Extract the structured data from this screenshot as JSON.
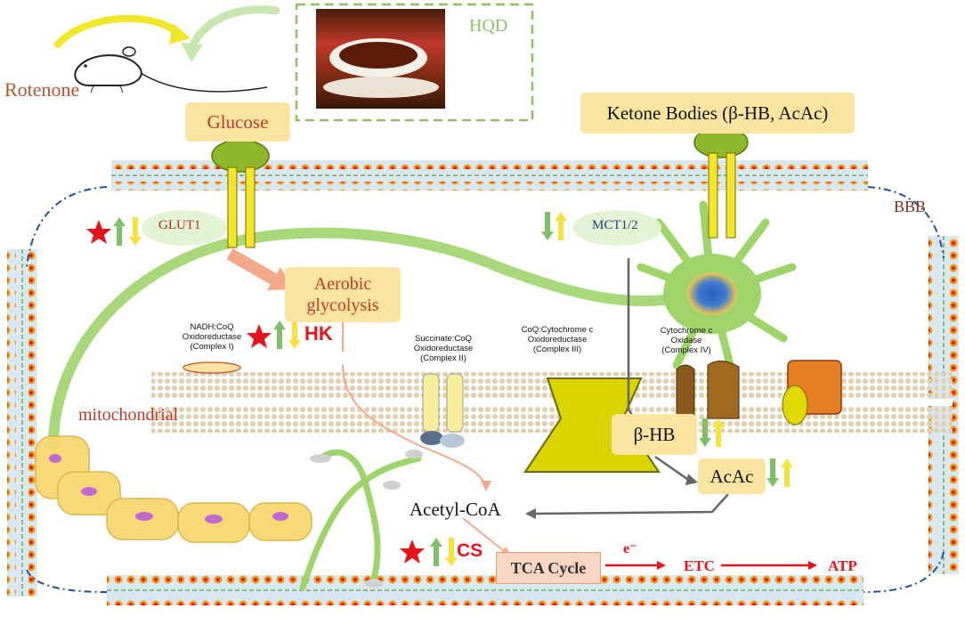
{
  "labels": {
    "rotenone": "Rotenone",
    "hqd": "HQD",
    "glucose": "Glucose",
    "ketone_bodies": "Ketone Bodies (β-HB, AcAc)",
    "bbb": "BBB",
    "glut1": "GLUT1",
    "mct": "MCT1/2",
    "aerobic_glycolysis": "Aerobic glycolysis",
    "hk": "HK",
    "cs": "CS",
    "mitochondrial": "mitochondrial",
    "beta_hb": "β-HB",
    "acac": "AcAc",
    "acetyl_coa": "Acetyl-CoA",
    "tca_cycle": "TCA Cycle",
    "electron": "e⁻",
    "etc": "ETC",
    "atp": "ATP"
  },
  "complexes": {
    "complex1": "NADH:CoQ\nOxidoreductase\n(Complex I)",
    "complex2": "Succinate:CoQ\nOxidoreductase\n(Complex II)",
    "complex3": "CoQ:Cytochrome c\nOxidoreductase\n(Complex III)",
    "complex4": "Cytochrome c\nOxidase\n(Complex IV)"
  },
  "colors": {
    "label_box_fill": "#fbe3a0",
    "pale_green_ellipse": "#e2f2d4",
    "neuron_green": "#9fd46a",
    "rotenone_text": "#b5552b",
    "up_arrow_green": "#7fbf6a",
    "down_arrow_yellow": "#f5e23a",
    "star_red": "#e5141a",
    "pathway_red": "#e5141a",
    "tca_box": "#f9d5c3",
    "membrane_blob": "#d8c090",
    "hqd_box_border": "#8cc160"
  },
  "icons": {
    "mouse": "mouse-icon",
    "tea": "tea-cup-photo",
    "star": "star-icon",
    "up_arrow": "up-arrow-icon",
    "down_arrow": "down-arrow-icon"
  }
}
